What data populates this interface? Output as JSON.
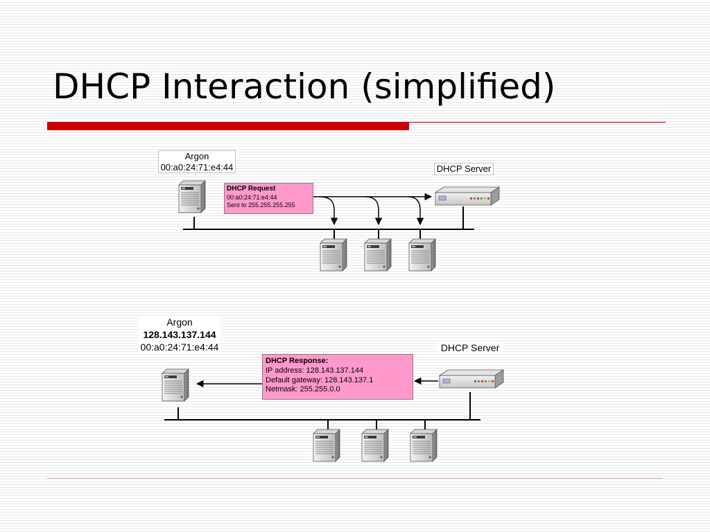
{
  "slide": {
    "title": "DHCP Interaction (simplified)"
  },
  "top": {
    "client": {
      "name": "Argon",
      "mac": "00:a0:24:71:e4:44"
    },
    "server_label": "DHCP Server",
    "message": {
      "title": "DHCP Request",
      "line1": "00:a0:24:71:e4:44",
      "line2": "Sent to 255.255.255.255"
    }
  },
  "bottom": {
    "client": {
      "name": "Argon",
      "ip": "128.143.137.144",
      "mac": "00:a0:24:71:e4:44"
    },
    "server_label": "DHCP Server",
    "message": {
      "title": "DHCP  Response:",
      "line1": "IP address: 128.143.137.144",
      "line2": "Default gateway: 128.143.137.1",
      "line3": "Netmask: 255.255.0.0"
    }
  },
  "colors": {
    "accent_red": "#cc0000",
    "message_box": "#ff99cc"
  }
}
